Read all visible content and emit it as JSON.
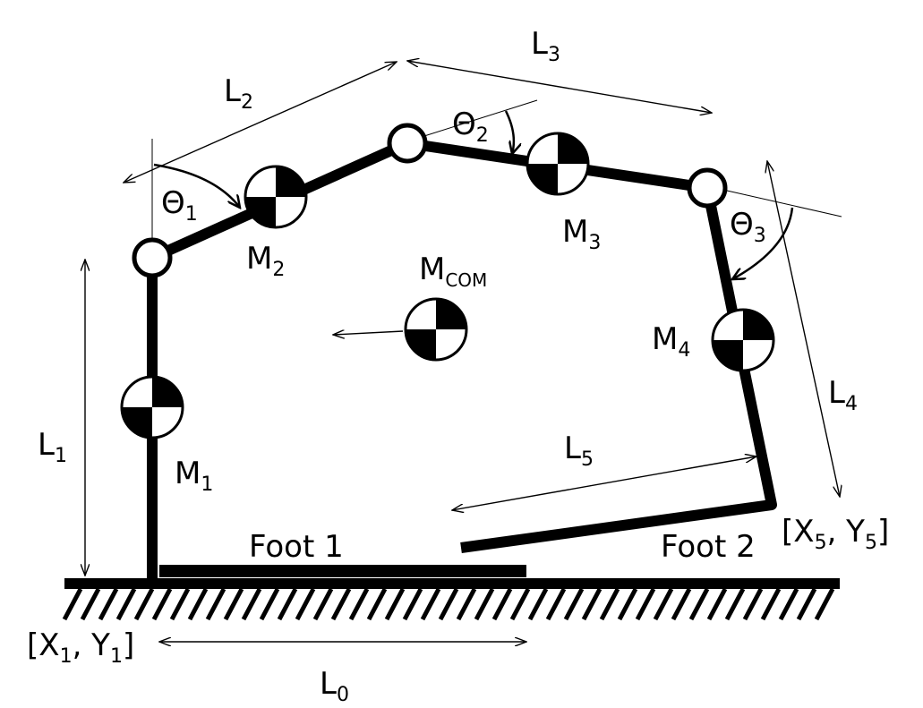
{
  "labels": {
    "L0": {
      "main": "L",
      "sub": "0"
    },
    "L1": {
      "main": "L",
      "sub": "1"
    },
    "L2": {
      "main": "L",
      "sub": "2"
    },
    "L3": {
      "main": "L",
      "sub": "3"
    },
    "L4": {
      "main": "L",
      "sub": "4"
    },
    "L5": {
      "main": "L",
      "sub": "5"
    },
    "theta1": {
      "main": "Θ",
      "sub": "1"
    },
    "theta2": {
      "main": "Θ",
      "sub": "2"
    },
    "theta3": {
      "main": "Θ",
      "sub": "3"
    },
    "M1": {
      "main": "M",
      "sub": "1"
    },
    "M2": {
      "main": "M",
      "sub": "2"
    },
    "M3": {
      "main": "M",
      "sub": "3"
    },
    "M4": {
      "main": "M",
      "sub": "4"
    },
    "MCOM": {
      "main": "M",
      "sub": "COM"
    },
    "foot1": "Foot 1",
    "foot2": "Foot 2",
    "coord1": {
      "open": "[X",
      "sub_x": "1",
      "mid": ", Y",
      "sub_y": "1",
      "close": "]"
    },
    "coord5": {
      "open": "[X",
      "sub_x": "5",
      "mid": ", Y",
      "sub_y": "5",
      "close": "]"
    }
  },
  "colors": {
    "ink": "#000000",
    "background": "#ffffff"
  }
}
